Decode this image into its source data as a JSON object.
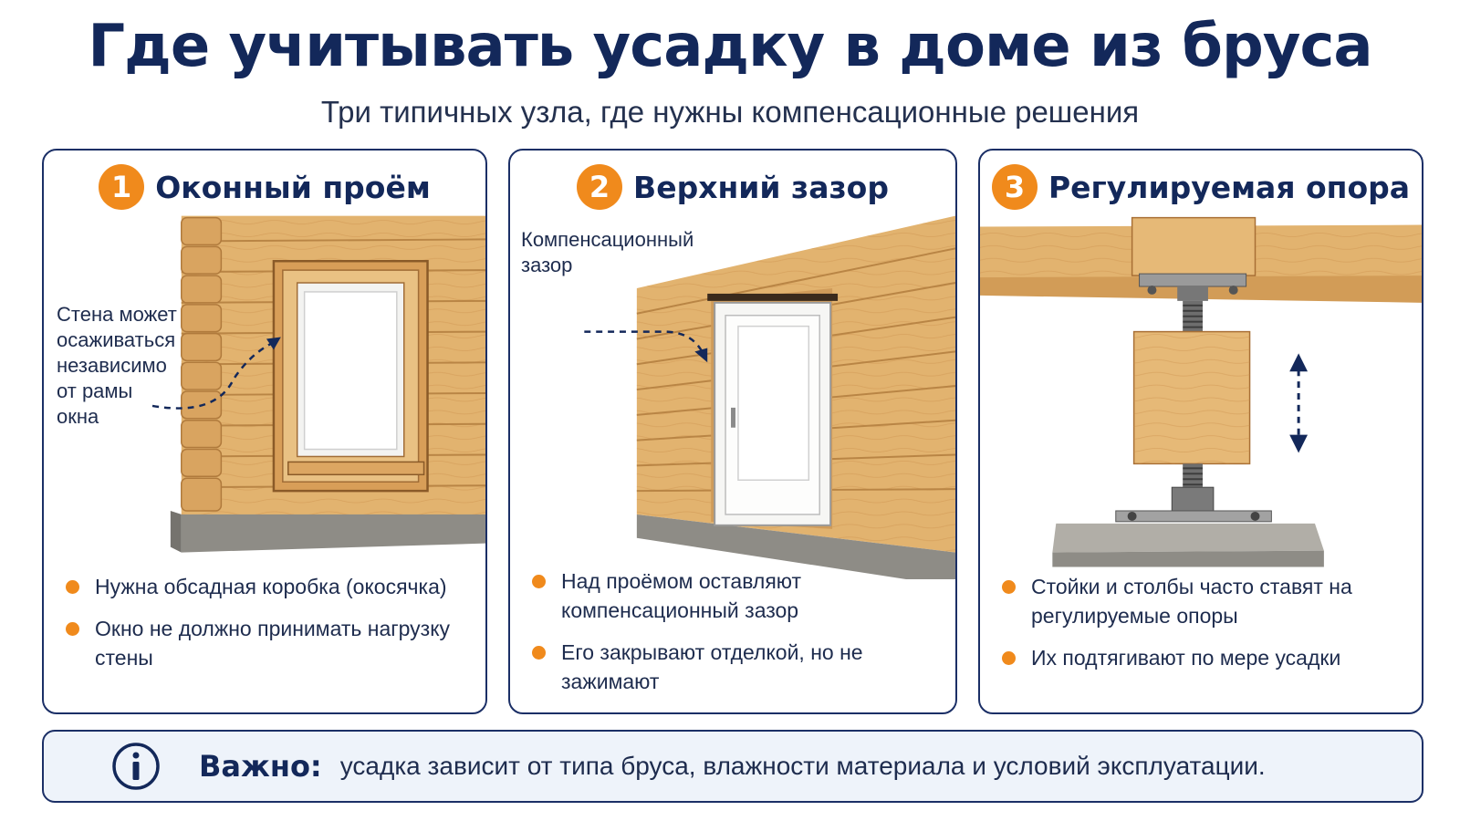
{
  "header": {
    "title": "Где учитывать усадку в доме из бруса",
    "subtitle": "Три типичных узла, где нужны компенсационные решения"
  },
  "panels": [
    {
      "number": "1",
      "title": "Оконный проём",
      "annotation": [
        "Стена может",
        "осаживаться",
        "независимо",
        "от рамы",
        "окна"
      ],
      "bullets": [
        "Нужна обсадная коробка (окосячка)",
        "Окно не должно принимать нагрузку стены"
      ]
    },
    {
      "number": "2",
      "title": "Верхний зазор",
      "annotation": [
        "Компенсационный",
        "зазор"
      ],
      "bullets": [
        "Над проёмом оставляют компенсационный зазор",
        "Его закрывают отделкой, но не зажимают"
      ]
    },
    {
      "number": "3",
      "title": "Регулируемая опора",
      "bullets": [
        "Стойки и столбы часто ставят на регулируемые опоры",
        "Их подтягивают по мере усадки"
      ]
    }
  ],
  "footer": {
    "label": "Важно:",
    "text": "усадка зависит от типа бруса, влажности материала и условий эксплуатации.",
    "icon": "info-icon"
  },
  "colors": {
    "accent": "#f08a1c",
    "navy": "#13285a",
    "wood": "#e2b36f",
    "concrete": "#8e8c86"
  }
}
